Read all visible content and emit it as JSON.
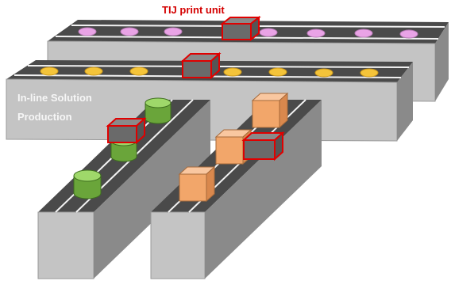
{
  "caption": {
    "label": "TIJ print unit",
    "color": "#d40000"
  },
  "line_label": {
    "line1": "In-line Solution",
    "line2": "Production",
    "color": "#ffffff"
  },
  "colors": {
    "conveyor_top": "#4a4a4a",
    "conveyor_face": "#c4c4c4",
    "conveyor_side": "#8a8a8a",
    "belt_stripe": "#f2f2f2",
    "print_unit_fill": "#6a6a6a",
    "print_unit_outline": "#e00000",
    "item_pink": "#e9a3e6",
    "item_yellow": "#f4c43a",
    "item_green": "#7cc144",
    "item_orange": "#f2a66a"
  },
  "items": {
    "back_conveyor": "pink-tablet-icon",
    "middle_conveyor": "yellow-tablet-icon",
    "left_conveyor": "green-bottle-icon",
    "right_conveyor": "orange-box-icon",
    "printer": "tij-print-unit-icon"
  }
}
